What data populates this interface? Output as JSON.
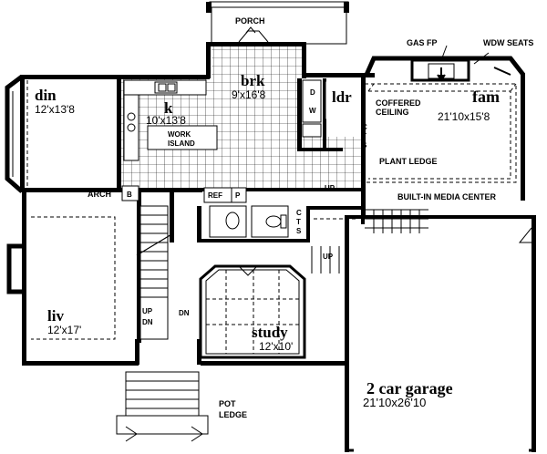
{
  "rooms": {
    "porch": "PORCH",
    "brk": "brk",
    "brk_dim": "9'x16'8",
    "din": "din",
    "din_dim": "12'x13'8",
    "k": "k",
    "k_dim": "10'x13'8",
    "ldr": "ldr",
    "fam": "fam",
    "fam_dim": "21'10x15'8",
    "liv": "liv",
    "liv_dim": "12'x17'",
    "study": "study",
    "study_dim": "12'x10'",
    "garage": "2 car garage",
    "garage_dim": "21'10x26'10"
  },
  "notes": {
    "gas_fp": "GAS FP",
    "wdw_seats": "WDW SEATS",
    "coffered1": "COFFERED",
    "coffered2": "CEILING",
    "work1": "WORK",
    "work2": "ISLAND",
    "plant": "PLANT LEDGE",
    "media": "BUILT-IN MEDIA CENTER",
    "arch": "ARCH",
    "b": "B",
    "ref": "REF",
    "p": "P",
    "up1": "UP",
    "up2": "UP",
    "up3": "UP",
    "dn1": "DN",
    "dn2": "DN",
    "d": "D",
    "w": "W",
    "c": "C",
    "t": "T",
    "s": "S",
    "c2": "C",
    "t2": "T",
    "s2": "S",
    "pot1": "POT",
    "pot2": "LEDGE"
  }
}
